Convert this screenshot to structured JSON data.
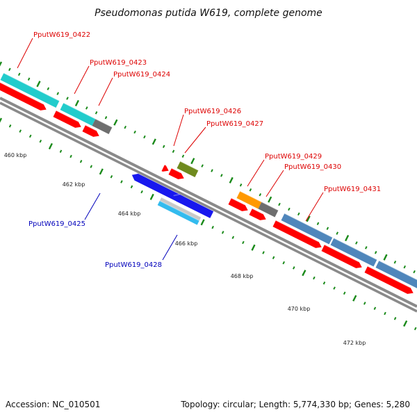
{
  "title": "Pseudomonas putida W619, complete genome",
  "footer": {
    "accession": "Accession: NC_010501",
    "topology": "Topology: circular; Length: 5,774,330 bp; Genes: 5,280"
  },
  "colors": {
    "forward_label": "#dd0000",
    "reverse_label": "#0000bb",
    "tick": "#1a8a1a",
    "backbone": "#8a8a8a",
    "cds_red": "#ff0000",
    "gene_cyan": "#22cccc",
    "gene_grey": "#6e6e6e",
    "gene_olive": "#6f8a1e",
    "gene_orange": "#ff9900",
    "gene_steel": "#4f86bb",
    "gene_blue": "#1818ee",
    "gene_lightblue": "#33bbee",
    "gene_silver": "#c8c8c8",
    "gene_navy": "#000088"
  },
  "kbp_ticks": [
    "460 kbp",
    "462 kbp",
    "464 kbp",
    "466 kbp",
    "468 kbp",
    "470 kbp",
    "472 kbp"
  ],
  "gene_labels": [
    {
      "id": "PputW619_0422",
      "strand": "forward"
    },
    {
      "id": "PputW619_0423",
      "strand": "forward"
    },
    {
      "id": "PputW619_0424",
      "strand": "forward"
    },
    {
      "id": "PputW619_0425",
      "strand": "reverse"
    },
    {
      "id": "PputW619_0426",
      "strand": "forward"
    },
    {
      "id": "PputW619_0427",
      "strand": "forward"
    },
    {
      "id": "PputW619_0428",
      "strand": "reverse"
    },
    {
      "id": "PputW619_0429",
      "strand": "forward"
    },
    {
      "id": "PputW619_0430",
      "strand": "forward"
    },
    {
      "id": "PputW619_0431",
      "strand": "forward"
    }
  ]
}
